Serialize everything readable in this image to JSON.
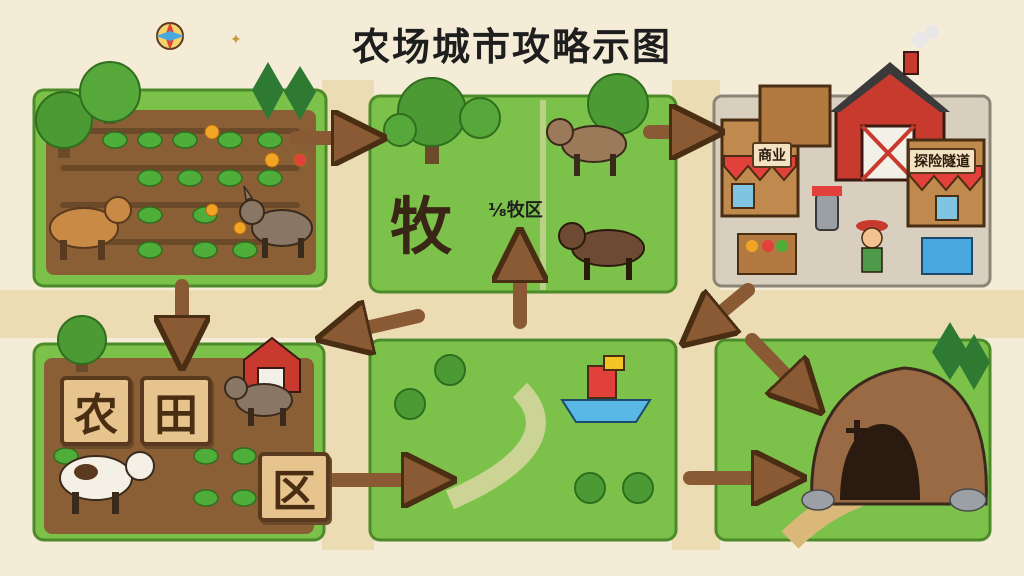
{
  "title": "农场城市攻略示图",
  "regions": {
    "pasture": {
      "big_label": "牧",
      "label": "¹⁄₈牧区"
    },
    "field": {
      "chars": [
        "农",
        "田",
        "区"
      ]
    },
    "town": {
      "shop_sign": "商业",
      "adventure_sign": "探险隧道"
    }
  },
  "colors": {
    "grass": "#7cc24a",
    "dirt": "#6b4a2a",
    "path": "#ecdcb4",
    "arrow": "#8a5a34",
    "barn": "#c83a2e"
  }
}
